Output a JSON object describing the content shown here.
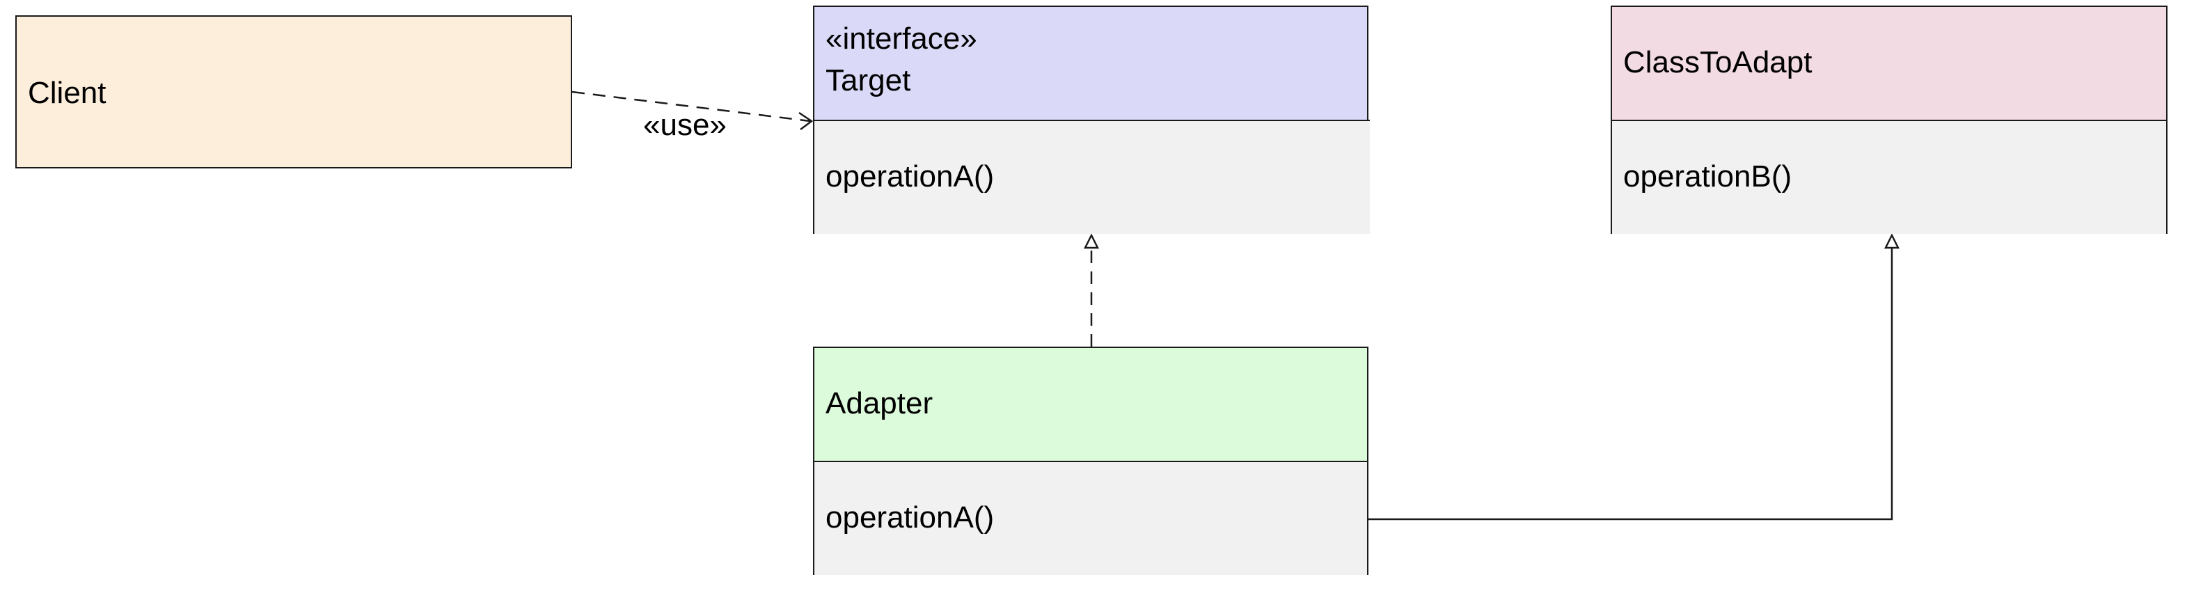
{
  "classes": {
    "client": {
      "name": "Client",
      "fill": "#fdeedb"
    },
    "target": {
      "stereotype": "«interface»",
      "name": "Target",
      "operation": "operationA()",
      "header_fill": "#dadaf8",
      "body_fill": "#f1f1f1"
    },
    "class_to_adapt": {
      "name": "ClassToAdapt",
      "operation": "operationB()",
      "header_fill": "#f2dbe2",
      "body_fill": "#f1f1f1"
    },
    "adapter": {
      "name": "Adapter",
      "operation": "operationA()",
      "header_fill": "#dcfbda",
      "body_fill": "#f1f1f1"
    }
  },
  "relations": {
    "use_label": "«use»"
  },
  "colors": {
    "line": "#1a1a1a"
  }
}
